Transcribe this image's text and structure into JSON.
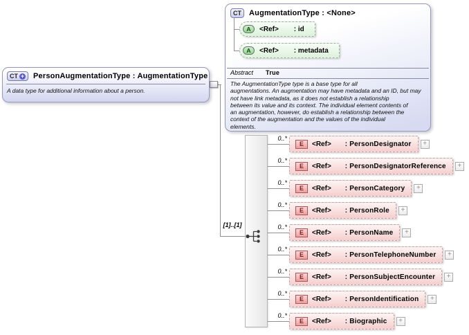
{
  "colors": {
    "complex_type_fill": "#d6daf2",
    "attribute_fill": "#ddf2dd",
    "element_fill": "#f6cece",
    "ct_badge_fill": "#c9cdee",
    "attribute_badge_fill": "#8fd88f",
    "element_badge_fill": "#ef9e9e",
    "connector": "#8f8f8f"
  },
  "left_box": {
    "badge": "CT",
    "badge_plus": "+",
    "title": "PersonAugmentationType : AugmentationType",
    "annotation": "A data type for additional information about a person."
  },
  "base_box": {
    "badge": "CT",
    "title": "AugmentationType : <None>",
    "attributes": [
      {
        "badge": "A",
        "ref": "<Ref>",
        "name": ": id"
      },
      {
        "badge": "A",
        "ref": "<Ref>",
        "name": ": metadata"
      }
    ],
    "abstract_label": "Abstract",
    "abstract_value": "True",
    "annotation": "The AugmentationType type is a base type for all\naugmentations. An augmentation may have metadata and an ID, but may\nnot have link metadata, as it does not establish a relationship\nbetween its value and its context. The individual element contents of\nan augmentation, however, do establish a relationship between the\ncontext of the augmentation and the values of the individual\nelements."
  },
  "group": {
    "cardinality": "[1]..[1]"
  },
  "expand_glyph": "+",
  "elements": [
    {
      "cardinality": "0..*",
      "badge": "E",
      "ref": "<Ref>",
      "name": ": PersonDesignator"
    },
    {
      "cardinality": "0..*",
      "badge": "E",
      "ref": "<Ref>",
      "name": ": PersonDesignatorReference"
    },
    {
      "cardinality": "0..*",
      "badge": "E",
      "ref": "<Ref>",
      "name": ": PersonCategory"
    },
    {
      "cardinality": "0..*",
      "badge": "E",
      "ref": "<Ref>",
      "name": ": PersonRole"
    },
    {
      "cardinality": "0..*",
      "badge": "E",
      "ref": "<Ref>",
      "name": ": PersonName"
    },
    {
      "cardinality": "0..*",
      "badge": "E",
      "ref": "<Ref>",
      "name": ": PersonTelephoneNumber"
    },
    {
      "cardinality": "0..*",
      "badge": "E",
      "ref": "<Ref>",
      "name": ": PersonSubjectEncounter"
    },
    {
      "cardinality": "0..*",
      "badge": "E",
      "ref": "<Ref>",
      "name": ": PersonIdentification"
    },
    {
      "cardinality": "0..*",
      "badge": "E",
      "ref": "<Ref>",
      "name": ": Biographic"
    }
  ]
}
